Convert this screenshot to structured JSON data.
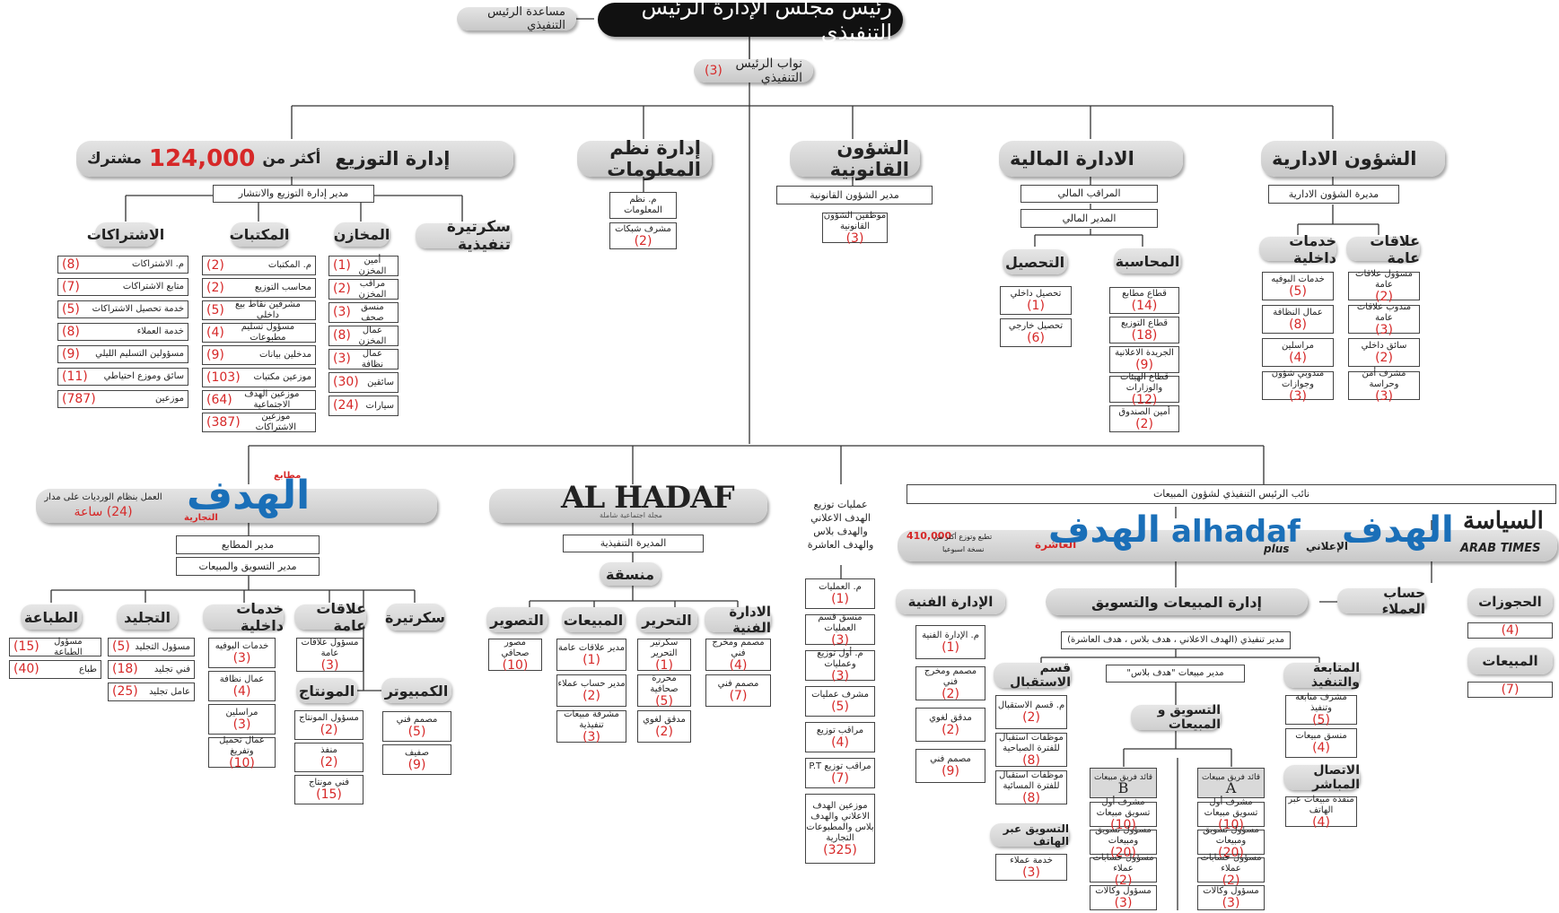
{
  "top": {
    "ceo": "رئيس مجلس الإدارة  الرئيس التنفيذي",
    "assistant": "مساعدة الرئيس التنفيذي",
    "deputies": "نواب الرئيس التنفيذي",
    "deputies_n": "(3)"
  },
  "admin": {
    "title": "الشؤون الادارية",
    "manager": "مديرة الشؤون الادارية",
    "pr": {
      "title": "علاقات عامة",
      "items": [
        {
          "t": "مسؤول علاقات عامة",
          "n": "(2)"
        },
        {
          "t": "مندوب علاقات عامة",
          "n": "(3)"
        },
        {
          "t": "سائق داخلي",
          "n": "(2)"
        },
        {
          "t": "مشرف أمن وحراسة",
          "n": "(3)"
        }
      ]
    },
    "internal": {
      "title": "خدمات داخلية",
      "items": [
        {
          "t": "خدمات البوفيه",
          "n": "(5)"
        },
        {
          "t": "عمال النظافة",
          "n": "(8)"
        },
        {
          "t": "مراسلين",
          "n": "(4)"
        },
        {
          "t": "مندوبي شؤون وجوازات",
          "n": "(3)"
        }
      ]
    }
  },
  "finance": {
    "title": "الادارة المالية",
    "controller": "المراقب المالي",
    "manager": "المدير المالي",
    "accounting": {
      "title": "المحاسبة",
      "items": [
        {
          "t": "قطاع مطابع",
          "n": "(14)"
        },
        {
          "t": "قطاع التوزيع",
          "n": "(18)"
        },
        {
          "t": "الجريدة الاعلانية",
          "n": "(9)"
        },
        {
          "t": "قطاع الهيئات والوزارات",
          "n": "(12)"
        },
        {
          "t": "أمين الصندوق",
          "n": "(2)"
        }
      ]
    },
    "collection": {
      "title": "التحصيل",
      "items": [
        {
          "t": "تحصيل داخلي",
          "n": "(1)"
        },
        {
          "t": "تحصيل خارجي",
          "n": "(6)"
        }
      ]
    }
  },
  "legal": {
    "title": "الشؤون القانونية",
    "manager": "مدير الشؤون القانونية",
    "staff": {
      "t": "موظفين الشؤون القانونية",
      "n": "(3)"
    }
  },
  "it": {
    "title": "إدارة نظم المعلومات",
    "items": [
      {
        "t": "م. نظم المعلومات",
        "n": ""
      },
      {
        "t": "مشرف شبكات",
        "n": "(2)"
      }
    ]
  },
  "distribution": {
    "title": "إدارة التوزيع",
    "subtitle_pre": "أكثر من",
    "count": "124,000",
    "subtitle_post": "مشترك",
    "manager": "مدير إدارة التوزيع والانتشار",
    "secretariat": "سكرتيرة تنفيذية",
    "stores": {
      "title": "المخازن",
      "items": [
        {
          "t": "أمين المخزن",
          "n": "(1)"
        },
        {
          "t": "مراقب المخزن",
          "n": "(2)"
        },
        {
          "t": "منسق صحف",
          "n": "(3)"
        },
        {
          "t": "عمال المخزن",
          "n": "(8)"
        },
        {
          "t": "عمال نظافة",
          "n": "(3)"
        },
        {
          "t": "سائقين",
          "n": "(30)"
        },
        {
          "t": "سيارات",
          "n": "(24)"
        }
      ]
    },
    "libraries": {
      "title": "المكتبات",
      "items": [
        {
          "t": "م. المكتبات",
          "n": "(2)"
        },
        {
          "t": "محاسب التوزيع",
          "n": "(2)"
        },
        {
          "t": "مشرفين نقاط بيع داخلي",
          "n": "(5)"
        },
        {
          "t": "مسؤول تسليم مطبوعات",
          "n": "(4)"
        },
        {
          "t": "مدخلين بيانات",
          "n": "(9)"
        },
        {
          "t": "موزعين مكتبات",
          "n": "(103)"
        },
        {
          "t": "موزعين الهدف الاجتماعية",
          "n": "(64)"
        },
        {
          "t": "موزعين الاشتراكات",
          "n": "(387)"
        }
      ]
    },
    "subscriptions": {
      "title": "الاشتراكات",
      "items": [
        {
          "t": "م. الاشتراكات",
          "n": "(8)"
        },
        {
          "t": "متابع الاشتراكات",
          "n": "(7)"
        },
        {
          "t": "خدمة تحصيل الاشتراكات",
          "n": "(5)"
        },
        {
          "t": "خدمة العملاء",
          "n": "(8)"
        },
        {
          "t": "مسؤولين التسليم الليلي",
          "n": "(9)"
        },
        {
          "t": "سائق وموزع احتياطي",
          "n": "(11)"
        },
        {
          "t": "موزعين",
          "n": "(787)"
        }
      ]
    }
  },
  "printing": {
    "logo_small": "مطابع",
    "logo": "الهدف",
    "logo_sub": "التجارية",
    "note": "العمل بنظام الورديات على مدار",
    "hours": "(24) ساعة",
    "manager": "مدير المطابع",
    "marketing": "مدير التسويق والمبيعات",
    "secretariat": "سكرتيرة",
    "pr": {
      "title": "علاقات عامة",
      "items": [
        {
          "t": "مسؤول علاقات عامة",
          "n": "(3)"
        }
      ]
    },
    "internal": {
      "title": "خدمات داخلية",
      "items": [
        {
          "t": "خدمات البوفيه",
          "n": "(3)"
        },
        {
          "t": "عمال نظافة",
          "n": "(4)"
        },
        {
          "t": "مراسلين",
          "n": "(3)"
        },
        {
          "t": "عمال تحميل وتفريغ",
          "n": "(10)"
        }
      ]
    },
    "binding": {
      "title": "التجليد",
      "items": [
        {
          "t": "مسؤول التجليد",
          "n": "(5)"
        },
        {
          "t": "فني تجليد",
          "n": "(18)"
        },
        {
          "t": "عامل تجليد",
          "n": "(25)"
        }
      ]
    },
    "press": {
      "title": "الطباعة",
      "items": [
        {
          "t": "مسؤول الطباعة",
          "n": "(15)"
        },
        {
          "t": "طباع",
          "n": "(40)"
        }
      ]
    },
    "montage": {
      "title": "المونتاج",
      "items": [
        {
          "t": "مسؤول المونتاج",
          "n": "(2)"
        },
        {
          "t": "منفذ",
          "n": "(2)"
        },
        {
          "t": "فني مونتاج",
          "n": "(15)"
        }
      ]
    },
    "computer": {
      "title": "الكمبيوتر",
      "items": [
        {
          "t": "مصمم فني",
          "n": "(5)"
        },
        {
          "t": "صفيف",
          "n": "(9)"
        }
      ]
    }
  },
  "magazine": {
    "logo": "AL HADAF",
    "logo_sub": "مجلة اجتماعية شاملة",
    "director": "المديرة التنفيذية",
    "coordinator": "منسقة",
    "art": {
      "title": "الادارة الفنية",
      "items": [
        {
          "t": "مصمم ومخرج فني",
          "n": "(4)"
        },
        {
          "t": "مصمم فني",
          "n": "(7)"
        }
      ]
    },
    "editing": {
      "title": "التحرير",
      "items": [
        {
          "t": "سكرتير التحرير",
          "n": "(1)"
        },
        {
          "t": "محررة صحافية",
          "n": "(5)"
        },
        {
          "t": "مدقق لغوي",
          "n": "(2)"
        }
      ]
    },
    "sales": {
      "title": "المبيعات",
      "items": [
        {
          "t": "مدير علاقات عامة",
          "n": "(1)"
        },
        {
          "t": "مدير حساب عملاء",
          "n": "(2)"
        },
        {
          "t": "مشرفة مبيعات تنفيذية",
          "n": "(3)"
        }
      ]
    },
    "photo": {
      "title": "التصوير",
      "items": [
        {
          "t": "مصور صحافي",
          "n": "(10)"
        }
      ]
    }
  },
  "ops": {
    "title": "عمليات توزيع الهدف الاعلاني والهدف بلاس والهدف العاشرة",
    "items": [
      {
        "t": "م. العمليات",
        "n": "(1)"
      },
      {
        "t": "منسق قسم العمليات",
        "n": "(3)"
      },
      {
        "t": "م. أول توزيع وعمليات",
        "n": "(3)"
      },
      {
        "t": "مشرف عمليات",
        "n": "(5)"
      },
      {
        "t": "مراقب توزيع",
        "n": "(4)"
      },
      {
        "t": "مراقب توزيع P.T",
        "n": "(7)"
      },
      {
        "t": "موزعين الهدف الاعلاني والهدف بلاس والمطبوعات التجارية",
        "n": "(325)"
      }
    ]
  },
  "sales": {
    "deputy": "نائب الرئيس التنفيذي لشؤون المبيعات",
    "banner_note": "تطبع وتوزع أكثر من",
    "banner_count": "410,000",
    "banner_note2": "نسخة اسبوعيا",
    "logo_alasher": "العاشرة",
    "logo_hadaf": "الهدف",
    "logo_alhadaf": "alhadaf",
    "logo_plus": "plus",
    "logo_ealani": "الإعلاني",
    "logo_hadaf2": "الهدف",
    "logo_seyasa": "السياسة",
    "logo_arab": "ARAB TIMES",
    "main": "إدارة المبيعات والتسويق",
    "accounts": "حساب العملاء",
    "art": {
      "title": "الإدارة الفنية",
      "items": [
        {
          "t": "م. الإدارة الفنية",
          "n": "(1)"
        },
        {
          "t": "مصمم ومخرج فني",
          "n": "(2)"
        },
        {
          "t": "مدقق لغوي",
          "n": "(2)"
        },
        {
          "t": "مصمم فني",
          "n": "(9)"
        }
      ]
    },
    "exec_mgr": "مدير تنفيذي (الهدف الاعلاني ، هدف بلاس ، هدف العاشرة)",
    "reception": {
      "title": "قسم الاستقبال",
      "items": [
        {
          "t": "م. قسم الاستقبال",
          "n": "(2)"
        },
        {
          "t": "موظفات استقبال للفترة الصباحية",
          "n": "(8)"
        },
        {
          "t": "موظفات استقبال للفترة المسائية",
          "n": "(8)"
        }
      ]
    },
    "phone": {
      "title": "التسويق عبر الهاتف",
      "items": [
        {
          "t": "خدمة عملاء",
          "n": "(3)"
        }
      ]
    },
    "plus_mgr": "مدير مبيعات \"هدف بلاس\"",
    "marketing": "التسويق و المبيعات",
    "teamB": {
      "title": "قائد فريق مبيعات",
      "letter": "B",
      "items": [
        {
          "t": "مشرف أول تسويق مبيعات",
          "n": "(10)"
        },
        {
          "t": "مسؤول تسويق ومبيعات",
          "n": "(20)"
        },
        {
          "t": "مسؤول حسابات عملاء",
          "n": "(2)"
        },
        {
          "t": "مسؤول وكالات",
          "n": "(3)"
        }
      ]
    },
    "teamA": {
      "title": "قائد فريق مبيعات",
      "letter": "A",
      "items": [
        {
          "t": "مشرف أول تسويق مبيعات",
          "n": "(10)"
        },
        {
          "t": "مسؤول تسويق ومبيعات",
          "n": "(20)"
        },
        {
          "t": "مسؤول حسابات عملاء",
          "n": "(2)"
        },
        {
          "t": "مسؤول وكالات",
          "n": "(3)"
        }
      ]
    },
    "followup": {
      "title": "المتابعة والتنفيذ",
      "items": [
        {
          "t": "مشرف متابعة وتنفيذ",
          "n": "(5)"
        },
        {
          "t": "منسق مبيعات",
          "n": "(4)"
        }
      ]
    },
    "direct": {
      "title": "الاتصال المباشر",
      "items": [
        {
          "t": "منفذة مبيعات عبر الهاتف",
          "n": "(4)"
        }
      ]
    },
    "bookings": {
      "title": "الحجوزات",
      "n": "(4)"
    },
    "sales_unit": {
      "title": "المبيعات",
      "n": "(7)"
    }
  },
  "colors": {
    "accent": "#d62828",
    "logo_blue": "#1a6fb8"
  }
}
